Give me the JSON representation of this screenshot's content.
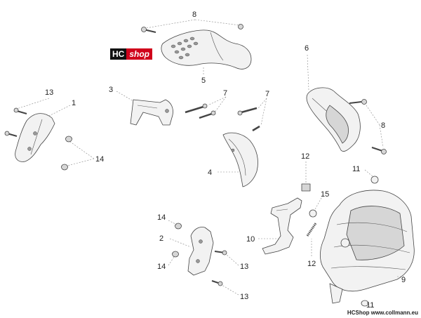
{
  "logo": {
    "left": "HC",
    "right": "shop"
  },
  "footer": {
    "brand": "HCShop",
    "site": "www.collmann.eu"
  },
  "callouts": {
    "n1": "1",
    "n2": "2",
    "n3": "3",
    "n4": "4",
    "n5": "5",
    "n6": "6",
    "n7a": "7",
    "n7b": "7",
    "n8a": "8",
    "n8b": "8",
    "n9": "9",
    "n10": "10",
    "n11a": "11",
    "n11b": "11",
    "n12a": "12",
    "n12b": "12",
    "n13a": "13",
    "n13b": "13",
    "n13c": "13",
    "n14a": "14",
    "n14b": "14",
    "n14c": "14",
    "n15": "15"
  }
}
